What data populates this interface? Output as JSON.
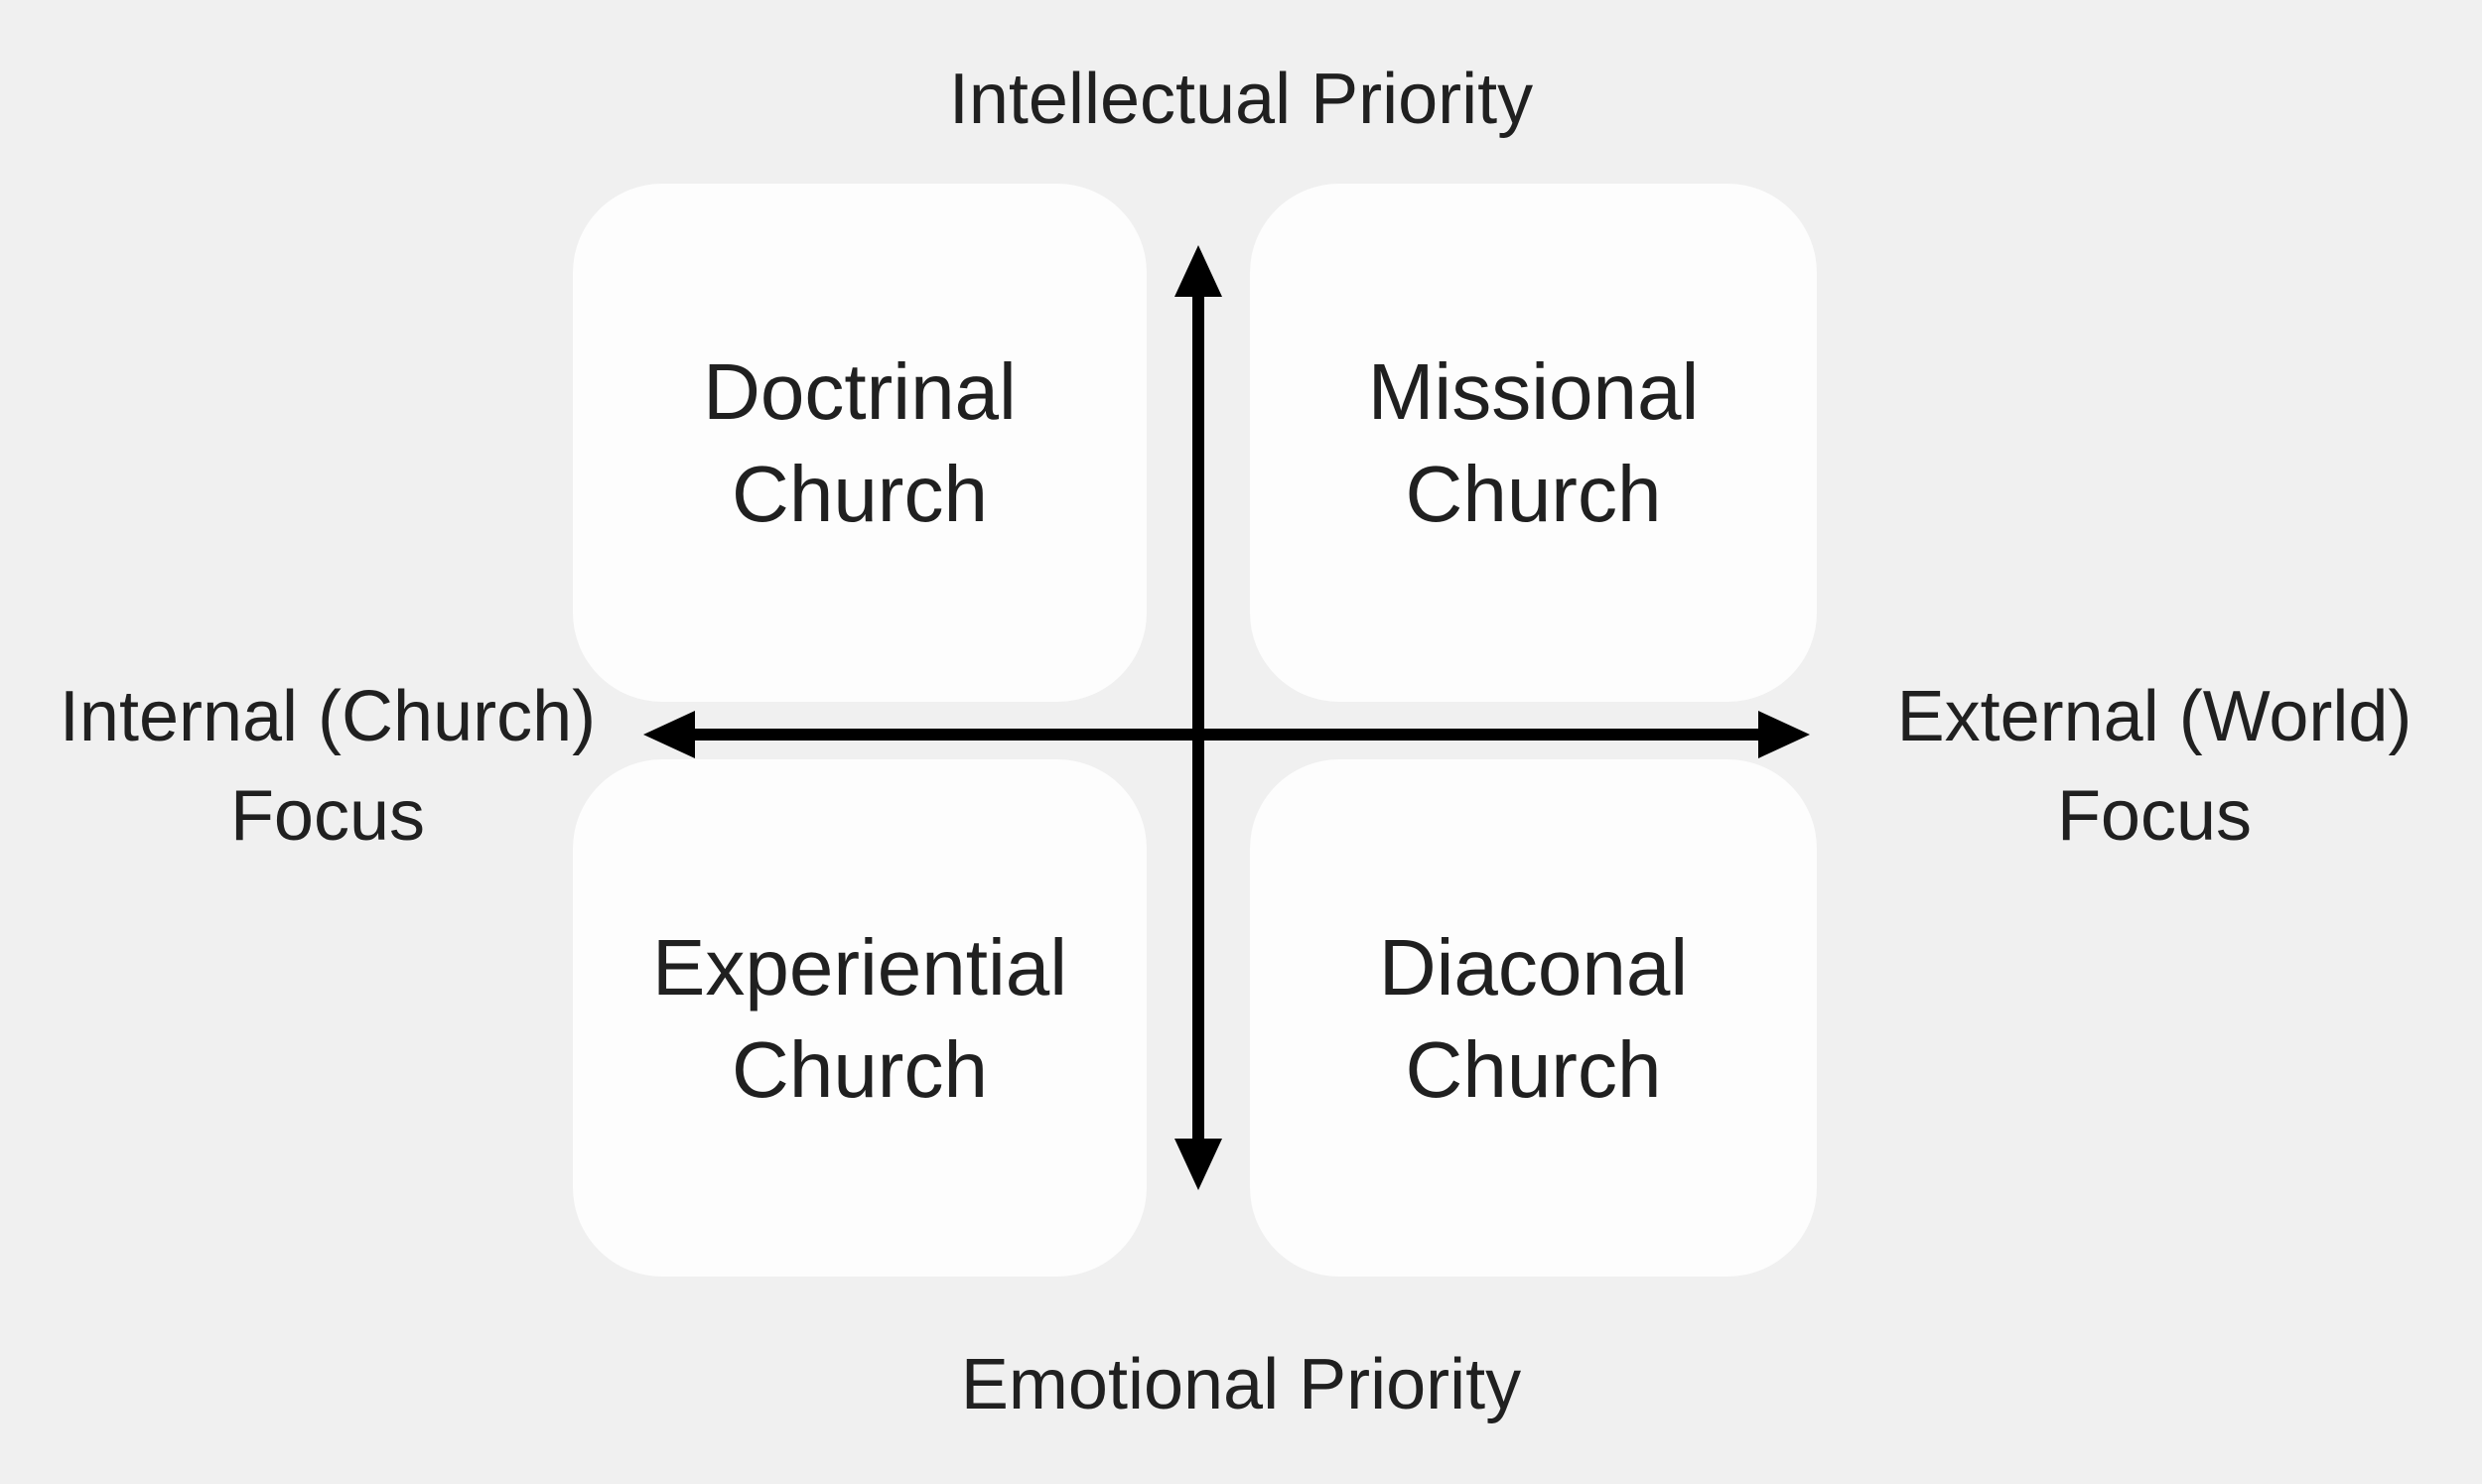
{
  "diagram": {
    "type": "quadrant-matrix",
    "colors": {
      "background": "#f0f0f0",
      "quadrant_fill": "#fdfdfd",
      "axis_arrows": "#000000",
      "text": "#202020"
    }
  },
  "labels": {
    "top": "Intellectual Priority",
    "bottom": "Emotional Priority",
    "left": [
      "Internal (Church)",
      "Focus"
    ],
    "right": [
      "External (World)",
      "Focus"
    ]
  },
  "quadrants": {
    "top_left": [
      "Doctrinal",
      "Church"
    ],
    "top_right": [
      "Missional",
      "Church"
    ],
    "bottom_left": [
      "Experiential",
      "Church"
    ],
    "bottom_right": [
      "Diaconal",
      "Church"
    ]
  }
}
